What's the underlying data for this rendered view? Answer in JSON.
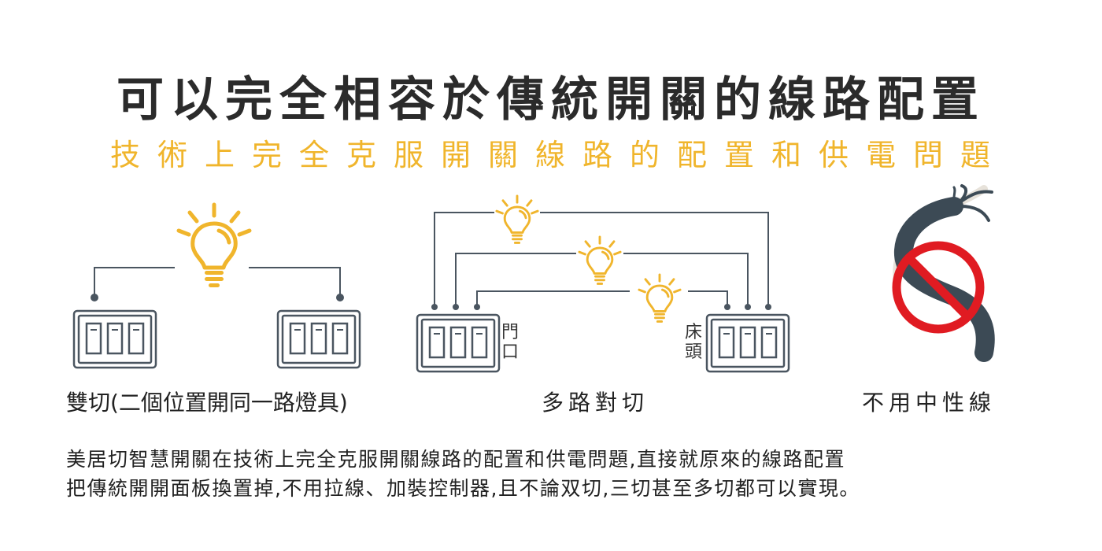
{
  "title": "可以完全相容於傳統開關的線路配置",
  "subtitle": "技術上完全克服開關線路的配置和供電問題",
  "colors": {
    "accent": "#f0b52c",
    "wire": "#4a5560",
    "prohibit": "#e01b22",
    "cable": "#3c4a55"
  },
  "panels": [
    {
      "caption": "雙切(二個位置開同一路燈具)",
      "icons": [
        "lightbulb-icon",
        "switch-panel-icon",
        "switch-panel-icon"
      ]
    },
    {
      "caption": "多路對切",
      "door_label": "門口",
      "bed_label": "床頭",
      "icons": [
        "lightbulb-icon",
        "lightbulb-icon",
        "lightbulb-icon",
        "switch-panel-icon",
        "switch-panel-icon"
      ]
    },
    {
      "caption": "不用中性線",
      "icons": [
        "neutral-wire-icon",
        "prohibited-icon"
      ]
    }
  ],
  "description": [
    "美居切智慧開關在技術上完全克服開關線路的配置和供電問題,直接就原來的線路配置",
    "把傳統開開面板換置掉,不用拉線、加裝控制器,且不論双切,三切甚至多切都可以實現。"
  ]
}
